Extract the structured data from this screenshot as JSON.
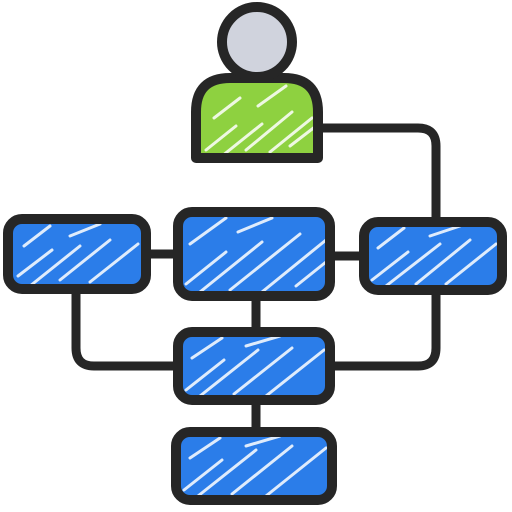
{
  "diagram": {
    "icon_name": "org-chart-user-hierarchy-icon",
    "colors": {
      "outline": "#262626",
      "node_fill": "#2b7de9",
      "user_body": "#8ed140",
      "user_head": "#d0d3dd",
      "hatch": "#ffffff"
    },
    "nodes": [
      {
        "id": "left",
        "name": "node-left"
      },
      {
        "id": "center",
        "name": "node-center"
      },
      {
        "id": "right",
        "name": "node-right"
      },
      {
        "id": "middle",
        "name": "node-middle"
      },
      {
        "id": "bottom",
        "name": "node-bottom"
      }
    ],
    "edges": [
      {
        "from": "user",
        "to": "right"
      },
      {
        "from": "left",
        "to": "center"
      },
      {
        "from": "center",
        "to": "right"
      },
      {
        "from": "center",
        "to": "middle"
      },
      {
        "from": "left",
        "to": "middle"
      },
      {
        "from": "right",
        "to": "middle"
      },
      {
        "from": "middle",
        "to": "bottom"
      }
    ]
  }
}
